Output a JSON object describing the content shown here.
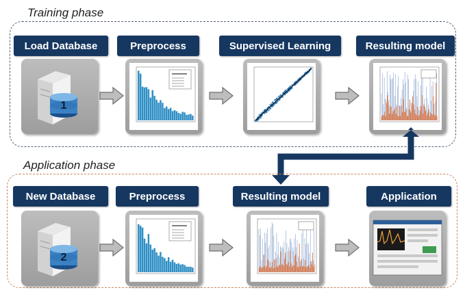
{
  "training": {
    "title": "Training phase",
    "steps": [
      {
        "label": "Load Database",
        "db_number": "1"
      },
      {
        "label": "Preprocess"
      },
      {
        "label": "Supervised Learning"
      },
      {
        "label": "Resulting model"
      }
    ]
  },
  "application": {
    "title": "Application phase",
    "steps": [
      {
        "label": "New Database",
        "db_number": "2"
      },
      {
        "label": "Preprocess"
      },
      {
        "label": "Resulting model"
      },
      {
        "label": "Application"
      }
    ]
  },
  "colors": {
    "header_bg": "#163760",
    "training_frame": "#4d6078",
    "application_frame": "#c9865a",
    "link_arrow": "#163760",
    "histogram": "#2f8fc4",
    "scatter": "#1f6fb0",
    "model_bars": "#e8763a"
  }
}
